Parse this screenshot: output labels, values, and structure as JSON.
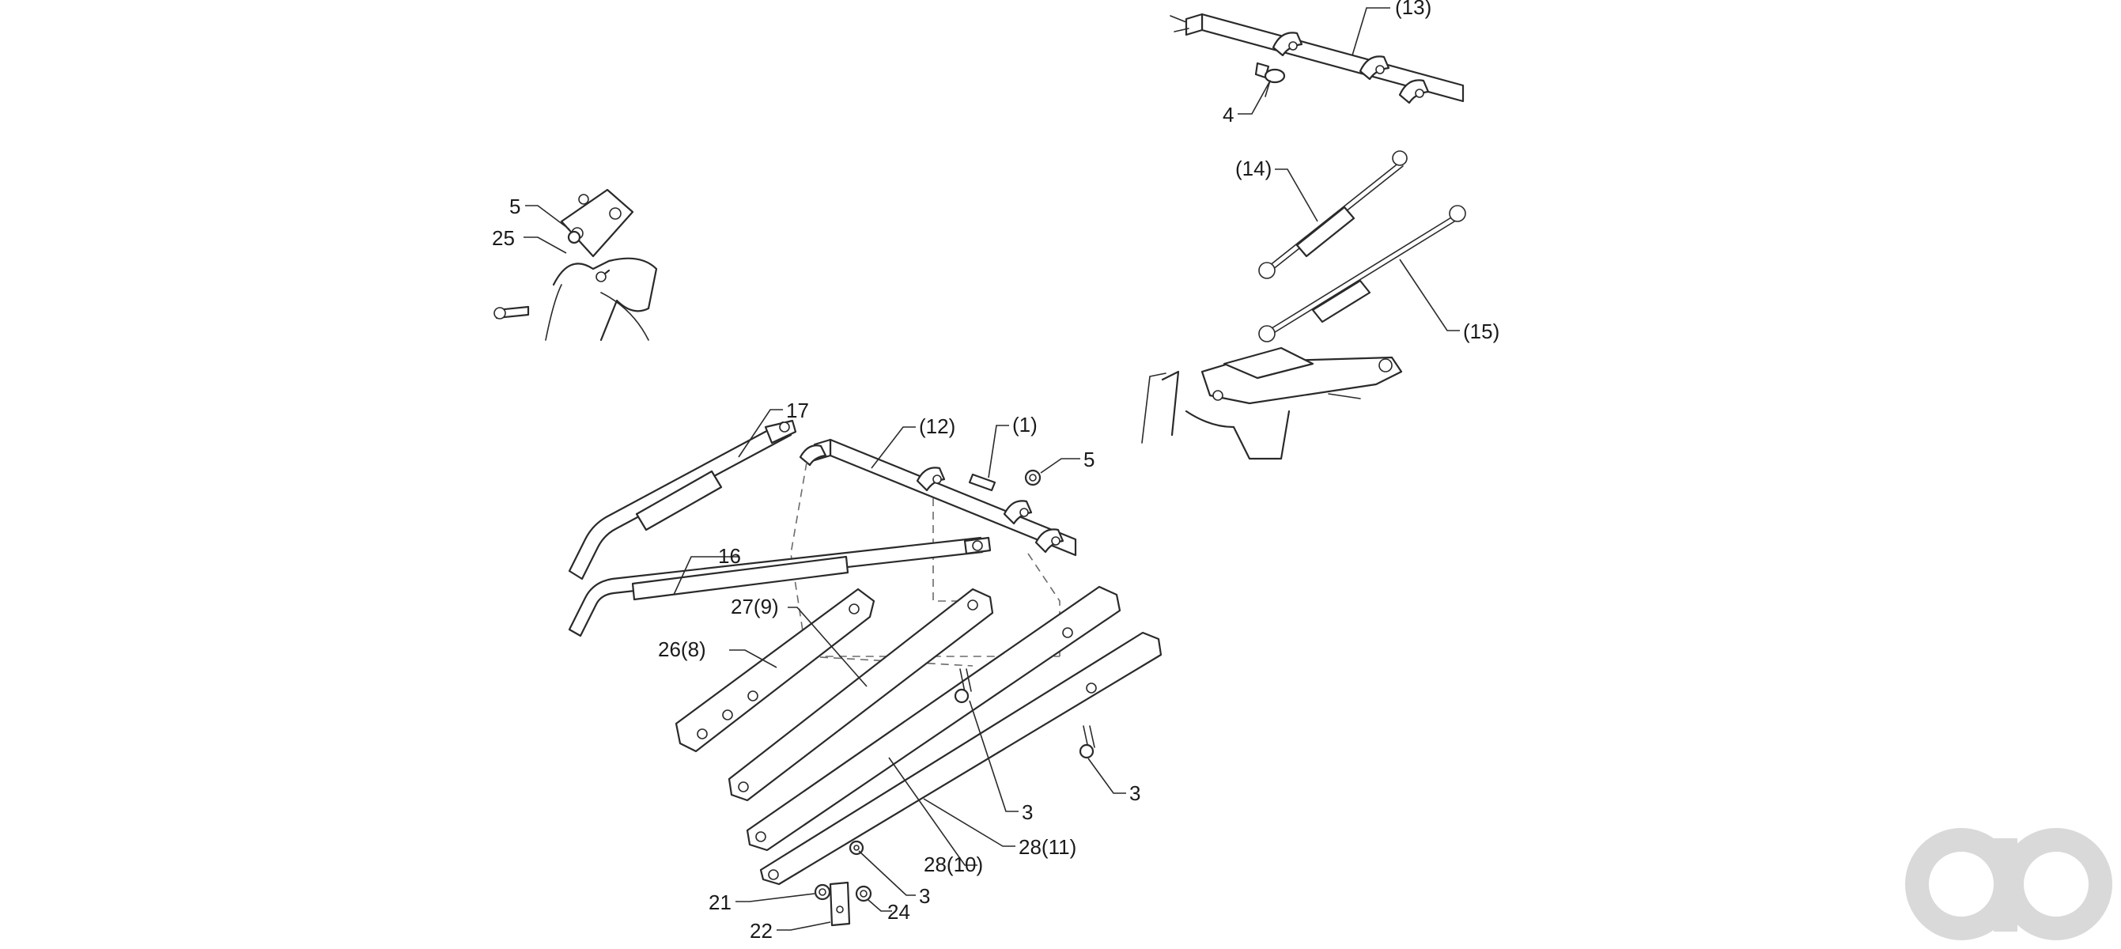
{
  "callouts": {
    "c13": "(13)",
    "c4": "4",
    "c14": "(14)",
    "c15": "(15)",
    "c5a": "5",
    "c25": "25",
    "c17": "17",
    "c12": "(12)",
    "c1": "(1)",
    "c5b": "5",
    "c16": "16",
    "c27_9": "27(9)",
    "c26_8": "26(8)",
    "c3a": "3",
    "c3b": "3",
    "c28_11": "28(11)",
    "c28_10": "28(10)",
    "c3c": "3",
    "c21": "21",
    "c24": "24",
    "c22": "22"
  },
  "colors": {
    "line": "#2a2a2a",
    "dashed": "#6b6b6b",
    "watermark": "#d9d9d9"
  },
  "watermark": {
    "icon": "ao-logo-icon"
  }
}
